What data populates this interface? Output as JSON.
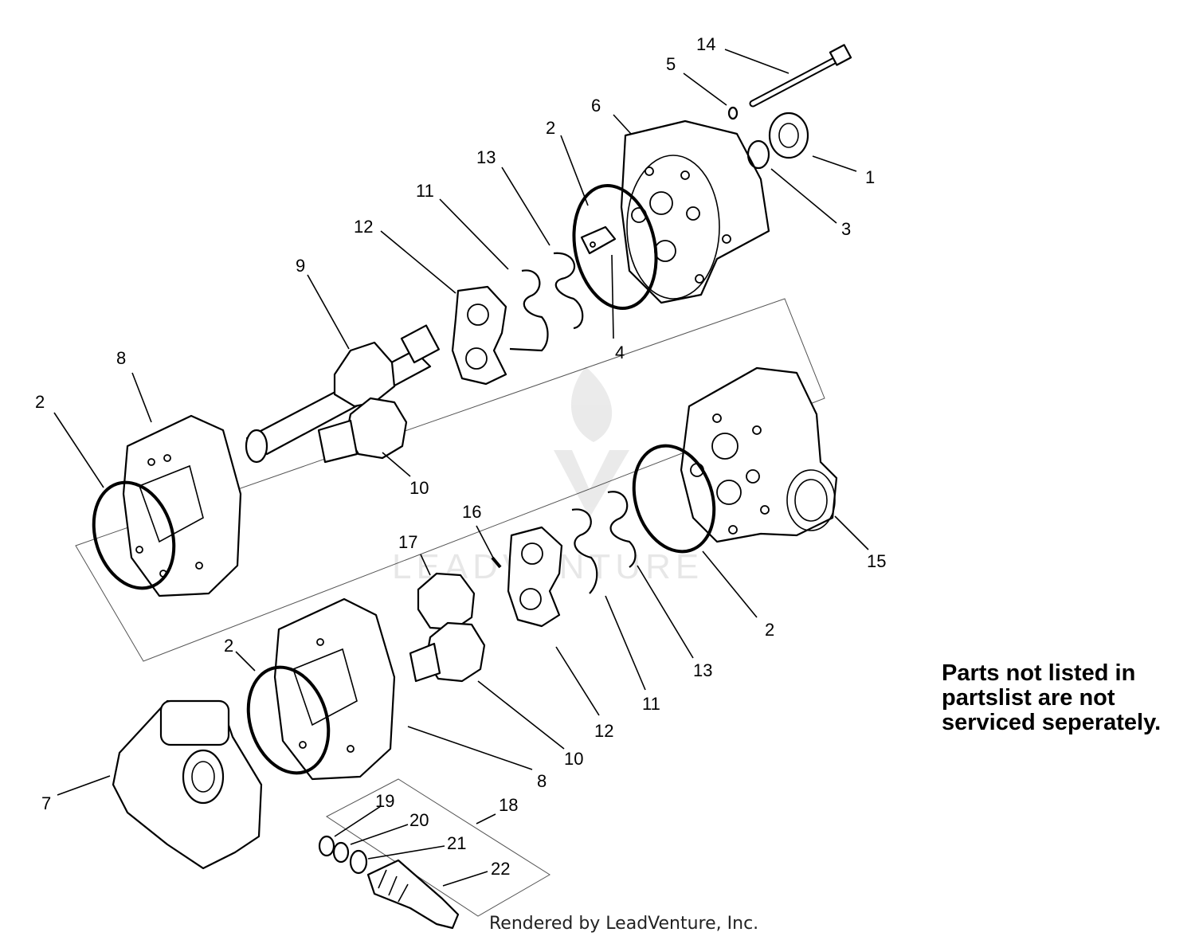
{
  "diagram": {
    "callouts": [
      "1",
      "2",
      "3",
      "4",
      "5",
      "6",
      "7",
      "8",
      "9",
      "10",
      "11",
      "12",
      "13",
      "14",
      "15",
      "16",
      "17",
      "18",
      "19",
      "20",
      "21",
      "22"
    ],
    "note": {
      "line1": "Parts not listed in",
      "line2": "partslist are not",
      "line3": "serviced seperately."
    },
    "credit": "Rendered by LeadVenture, Inc.",
    "watermark": "LEADVENTURE"
  }
}
